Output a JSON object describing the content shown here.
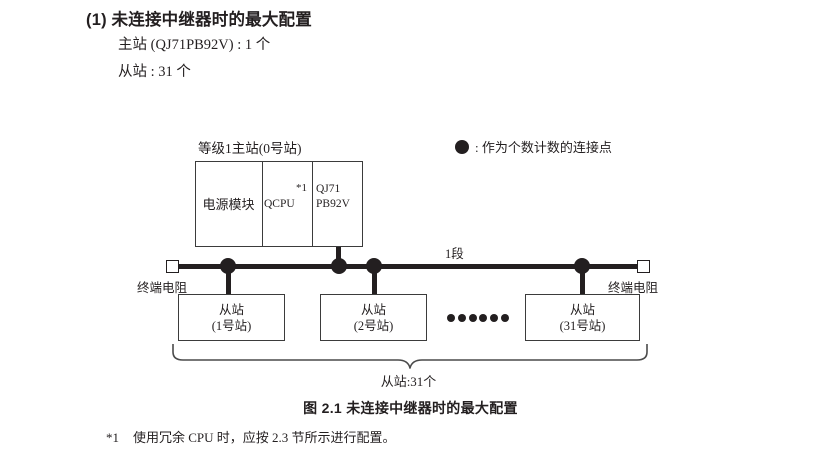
{
  "heading": {
    "number": "(1)",
    "title": "(1) 未连接中继器时的最大配置",
    "spec_master": "主站 (QJ71PB92V) : 1 个",
    "spec_slave": "从站 : 31 个"
  },
  "diagram": {
    "master_caption": "等级1主站(0号站)",
    "rack": {
      "power_label": "电源模块",
      "cpu_label": "QCPU",
      "cpu_footnote_marker": "*1",
      "master_module_label": "QJ71\nPB92V",
      "master_module_line1": "QJ71",
      "master_module_line2": "PB92V"
    },
    "segment_label": "1段",
    "terminator_left_label": "终端电阻",
    "terminator_right_label": "终端电阻",
    "slaves": [
      {
        "name": "从站",
        "station": "(1号站)"
      },
      {
        "name": "从站",
        "station": "(2号站)"
      },
      {
        "name": "从站",
        "station": "(31号站)"
      }
    ],
    "ellipsis_count": 6,
    "brace_label": "从站:31个",
    "legend": {
      "symbol": "filled-circle",
      "text": ": 作为个数计数的连接点"
    }
  },
  "figure_caption": "图 2.1  未连接中继器时的最大配置",
  "footnote": {
    "marker": "*1",
    "text": "使用冗余 CPU 时，应按 2.3 节所示进行配置。"
  },
  "colors": {
    "ink": "#231f20",
    "line": "#3b3b3b",
    "background": "#ffffff"
  }
}
